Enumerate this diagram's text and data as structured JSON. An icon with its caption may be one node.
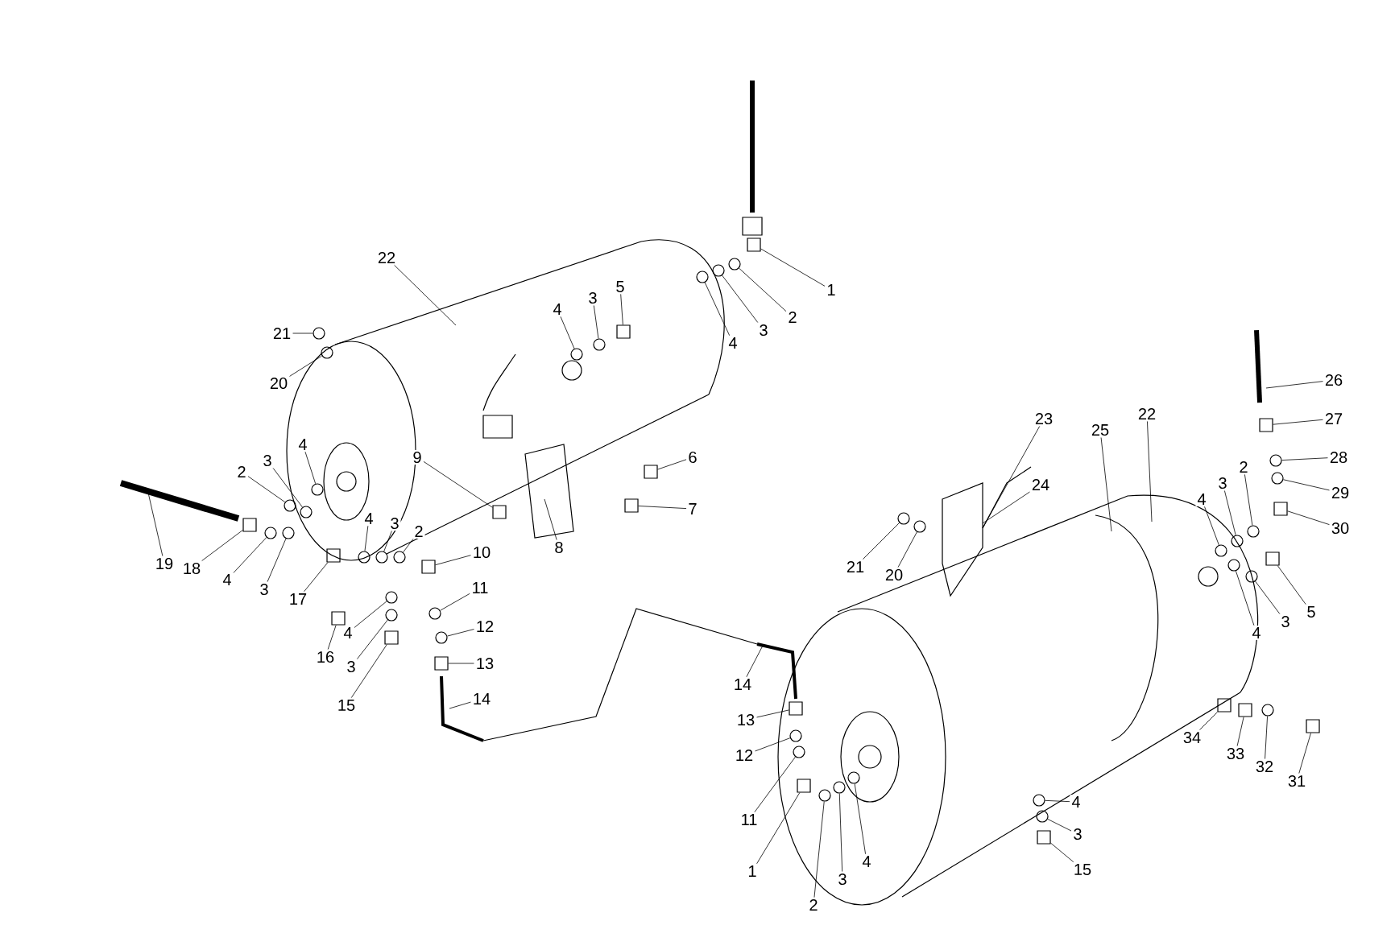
{
  "diagram": {
    "nodes": [
      {
        "text": [
          "1"
        ]
      },
      {
        "text": [
          "2"
        ]
      },
      {
        "text": [
          "3"
        ]
      },
      {
        "text": [
          "4"
        ]
      },
      {
        "text": [
          "22"
        ]
      },
      {
        "text": [
          "21"
        ]
      },
      {
        "text": [
          "20"
        ]
      },
      {
        "text": [
          "4"
        ]
      },
      {
        "text": [
          "3"
        ]
      },
      {
        "text": [
          "5"
        ]
      },
      {
        "text": [
          "6"
        ]
      },
      {
        "text": [
          "7"
        ]
      },
      {
        "text": [
          "8"
        ]
      },
      {
        "text": [
          "9"
        ]
      },
      {
        "text": [
          "2"
        ]
      },
      {
        "text": [
          "3"
        ]
      },
      {
        "text": [
          "4"
        ]
      },
      {
        "text": [
          "19"
        ]
      },
      {
        "text": [
          "18"
        ]
      },
      {
        "text": [
          "4"
        ]
      },
      {
        "text": [
          "3"
        ]
      },
      {
        "text": [
          "17"
        ]
      },
      {
        "text": [
          "4"
        ]
      },
      {
        "text": [
          "3"
        ]
      },
      {
        "text": [
          "2"
        ]
      },
      {
        "text": [
          "10"
        ]
      },
      {
        "text": [
          "11"
        ]
      },
      {
        "text": [
          "12"
        ]
      },
      {
        "text": [
          "13"
        ]
      },
      {
        "text": [
          "14"
        ]
      },
      {
        "text": [
          "16"
        ]
      },
      {
        "text": [
          "4"
        ]
      },
      {
        "text": [
          "3"
        ]
      },
      {
        "text": [
          "15"
        ]
      },
      {
        "text": [
          "14"
        ]
      },
      {
        "text": [
          "13"
        ]
      },
      {
        "text": [
          "12"
        ]
      },
      {
        "text": [
          "11"
        ]
      },
      {
        "text": [
          "1"
        ]
      },
      {
        "text": [
          "2"
        ]
      },
      {
        "text": [
          "3"
        ]
      },
      {
        "text": [
          "4"
        ]
      },
      {
        "text": [
          "21"
        ]
      },
      {
        "text": [
          "20"
        ]
      },
      {
        "text": [
          "23"
        ]
      },
      {
        "text": [
          "24"
        ]
      },
      {
        "text": [
          "25"
        ]
      },
      {
        "text": [
          "22"
        ]
      },
      {
        "text": [
          "26"
        ]
      },
      {
        "text": [
          "27"
        ]
      },
      {
        "text": [
          "28"
        ]
      },
      {
        "text": [
          "29"
        ]
      },
      {
        "text": [
          "30"
        ]
      },
      {
        "text": [
          "2"
        ]
      },
      {
        "text": [
          "3"
        ]
      },
      {
        "text": [
          "4"
        ]
      },
      {
        "text": [
          "5"
        ]
      },
      {
        "text": [
          "3"
        ]
      },
      {
        "text": [
          "4"
        ]
      },
      {
        "text": [
          "34"
        ]
      },
      {
        "text": [
          "33"
        ]
      },
      {
        "text": [
          "32"
        ]
      },
      {
        "text": [
          "31"
        ]
      },
      {
        "text": [
          "4"
        ]
      },
      {
        "text": [
          "3"
        ]
      },
      {
        "text": [
          "15"
        ]
      },
      {
        "text": [],
        "shape": "box"
      },
      {
        "text": [],
        "shape": "circle"
      },
      {
        "text": [],
        "shape": "circle"
      },
      {
        "text": [],
        "shape": "circle"
      },
      {
        "text": [],
        "shape": "circle"
      },
      {
        "text": [],
        "shape": "circle"
      },
      {
        "text": [],
        "shape": "circle"
      },
      {
        "text": [],
        "shape": "circle"
      },
      {
        "text": [],
        "shape": "box"
      },
      {
        "text": [],
        "shape": "box"
      },
      {
        "text": [],
        "shape": "box"
      },
      {
        "text": [],
        "shape": "box"
      },
      {
        "text": [],
        "shape": "circle"
      },
      {
        "text": [],
        "shape": "circle"
      },
      {
        "text": [],
        "shape": "circle"
      },
      {
        "text": [],
        "shape": "box"
      },
      {
        "text": [],
        "shape": "circle"
      },
      {
        "text": [],
        "shape": "circle"
      },
      {
        "text": [],
        "shape": "box"
      },
      {
        "text": [],
        "shape": "circle"
      },
      {
        "text": [],
        "shape": "circle"
      },
      {
        "text": [],
        "shape": "circle"
      },
      {
        "text": [],
        "shape": "box"
      },
      {
        "text": [],
        "shape": "circle"
      },
      {
        "text": [],
        "shape": "circle"
      },
      {
        "text": [],
        "shape": "box"
      },
      {
        "text": [],
        "shape": "box"
      },
      {
        "text": [],
        "shape": "circle"
      },
      {
        "text": [],
        "shape": "circle"
      },
      {
        "text": [],
        "shape": "box"
      },
      {
        "text": [],
        "shape": "box"
      },
      {
        "text": [],
        "shape": "circle"
      },
      {
        "text": [],
        "shape": "circle"
      },
      {
        "text": [],
        "shape": "box"
      },
      {
        "text": [],
        "shape": "circle"
      },
      {
        "text": [],
        "shape": "circle"
      },
      {
        "text": [],
        "shape": "circle"
      },
      {
        "text": [],
        "shape": "circle"
      },
      {
        "text": [],
        "shape": "circle"
      },
      {
        "text": [],
        "shape": "box"
      },
      {
        "text": [],
        "shape": "circle"
      },
      {
        "text": [],
        "shape": "circle"
      },
      {
        "text": [],
        "shape": "box"
      },
      {
        "text": [],
        "shape": "circle"
      },
      {
        "text": [],
        "shape": "circle"
      },
      {
        "text": [],
        "shape": "circle"
      },
      {
        "text": [],
        "shape": "box"
      },
      {
        "text": [],
        "shape": "circle"
      },
      {
        "text": [],
        "shape": "circle"
      },
      {
        "text": [],
        "shape": "box"
      },
      {
        "text": [],
        "shape": "box"
      },
      {
        "text": [],
        "shape": "circle"
      },
      {
        "text": [],
        "shape": "box"
      },
      {
        "text": [],
        "shape": "circle"
      },
      {
        "text": [],
        "shape": "circle"
      },
      {
        "text": [],
        "shape": "box"
      }
    ],
    "edges": [
      {
        "from": 0,
        "to": 66,
        "arrow": "none"
      },
      {
        "from": 1,
        "to": 67,
        "arrow": "none"
      },
      {
        "from": 2,
        "to": 68,
        "arrow": "none"
      },
      {
        "from": 3,
        "to": 69,
        "arrow": "none"
      },
      {
        "from": 4,
        "to": null,
        "arrow": "none"
      },
      {
        "from": 5,
        "to": 70,
        "arrow": "none"
      },
      {
        "from": 6,
        "to": 71,
        "arrow": "none"
      },
      {
        "from": 7,
        "to": 72,
        "arrow": "none"
      },
      {
        "from": 8,
        "to": 73,
        "arrow": "none"
      },
      {
        "from": 9,
        "to": 74,
        "arrow": "none"
      },
      {
        "from": 10,
        "to": 75,
        "arrow": "none"
      },
      {
        "from": 11,
        "to": 76,
        "arrow": "none"
      },
      {
        "from": 12,
        "to": null,
        "arrow": "none"
      },
      {
        "from": 13,
        "to": 77,
        "arrow": "none"
      },
      {
        "from": 14,
        "to": 78,
        "arrow": "none"
      },
      {
        "from": 15,
        "to": 79,
        "arrow": "none"
      },
      {
        "from": 16,
        "to": 80,
        "arrow": "none"
      },
      {
        "from": 17,
        "to": null,
        "arrow": "none"
      },
      {
        "from": 18,
        "to": 81,
        "arrow": "none"
      },
      {
        "from": 19,
        "to": 82,
        "arrow": "none"
      },
      {
        "from": 20,
        "to": 83,
        "arrow": "none"
      },
      {
        "from": 21,
        "to": 84,
        "arrow": "none"
      },
      {
        "from": 22,
        "to": 85,
        "arrow": "none"
      },
      {
        "from": 23,
        "to": 86,
        "arrow": "none"
      },
      {
        "from": 24,
        "to": 87,
        "arrow": "none"
      },
      {
        "from": 25,
        "to": 88,
        "arrow": "none"
      },
      {
        "from": 26,
        "to": 89,
        "arrow": "none"
      },
      {
        "from": 27,
        "to": 90,
        "arrow": "none"
      },
      {
        "from": 28,
        "to": 91,
        "arrow": "none"
      },
      {
        "from": 29,
        "to": null,
        "arrow": "none"
      },
      {
        "from": 30,
        "to": 92,
        "arrow": "none"
      },
      {
        "from": 31,
        "to": 93,
        "arrow": "none"
      },
      {
        "from": 32,
        "to": 94,
        "arrow": "none"
      },
      {
        "from": 33,
        "to": 95,
        "arrow": "none"
      },
      {
        "from": 34,
        "to": null,
        "arrow": "none"
      },
      {
        "from": 35,
        "to": 96,
        "arrow": "none"
      },
      {
        "from": 36,
        "to": 97,
        "arrow": "none"
      },
      {
        "from": 37,
        "to": 98,
        "arrow": "none"
      },
      {
        "from": 38,
        "to": 99,
        "arrow": "none"
      },
      {
        "from": 39,
        "to": 100,
        "arrow": "none"
      },
      {
        "from": 40,
        "to": 101,
        "arrow": "none"
      },
      {
        "from": 41,
        "to": 102,
        "arrow": "none"
      },
      {
        "from": 42,
        "to": 103,
        "arrow": "none"
      },
      {
        "from": 43,
        "to": 104,
        "arrow": "none"
      },
      {
        "from": 44,
        "to": null,
        "arrow": "none"
      },
      {
        "from": 45,
        "to": null,
        "arrow": "none"
      },
      {
        "from": 46,
        "to": null,
        "arrow": "none"
      },
      {
        "from": 47,
        "to": null,
        "arrow": "none"
      },
      {
        "from": 48,
        "to": null,
        "arrow": "none"
      },
      {
        "from": 49,
        "to": 105,
        "arrow": "none"
      },
      {
        "from": 50,
        "to": 106,
        "arrow": "none"
      },
      {
        "from": 51,
        "to": 107,
        "arrow": "none"
      },
      {
        "from": 52,
        "to": 108,
        "arrow": "none"
      },
      {
        "from": 53,
        "to": 109,
        "arrow": "none"
      },
      {
        "from": 54,
        "to": 110,
        "arrow": "none"
      },
      {
        "from": 55,
        "to": 111,
        "arrow": "none"
      },
      {
        "from": 56,
        "to": 112,
        "arrow": "none"
      },
      {
        "from": 57,
        "to": 113,
        "arrow": "none"
      },
      {
        "from": 58,
        "to": 114,
        "arrow": "none"
      },
      {
        "from": 59,
        "to": 115,
        "arrow": "none"
      },
      {
        "from": 60,
        "to": 116,
        "arrow": "none"
      },
      {
        "from": 61,
        "to": 117,
        "arrow": "none"
      },
      {
        "from": 62,
        "to": 118,
        "arrow": "none"
      },
      {
        "from": 63,
        "to": 119,
        "arrow": "none"
      },
      {
        "from": 64,
        "to": 120,
        "arrow": "none"
      },
      {
        "from": 65,
        "to": 121,
        "arrow": "none"
      }
    ]
  }
}
